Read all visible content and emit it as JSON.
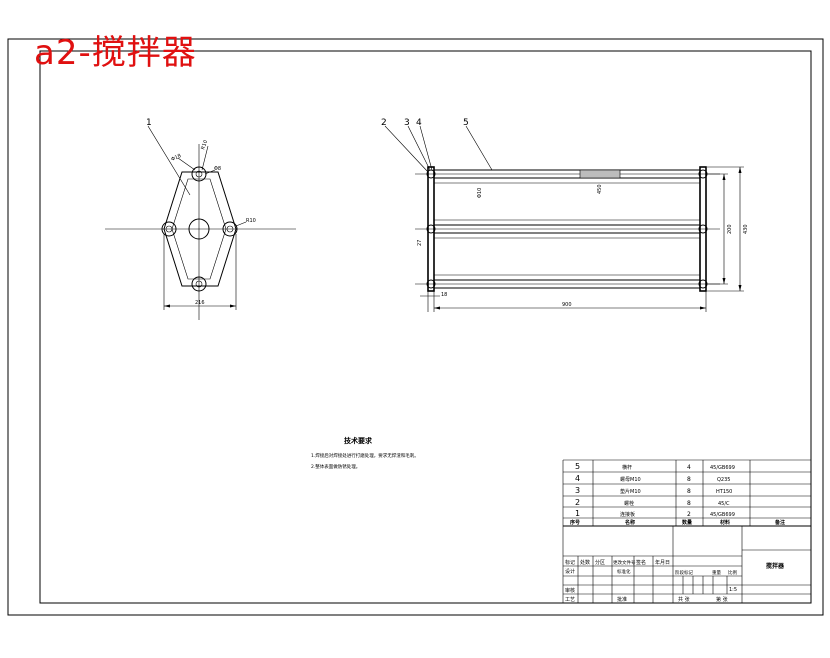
{
  "drawing_title": "a2-搅拌器",
  "views": {
    "left": {
      "balloon": "1",
      "dims": {
        "d_top": "Φ18",
        "r_top": "R10",
        "d_top2": "Φ8",
        "r_right": "R10",
        "width": "216"
      }
    },
    "right": {
      "balloons": [
        "2",
        "3",
        "4",
        "5"
      ],
      "dims": {
        "rod_dia": "Φ10",
        "plate_h": "450",
        "offset": "27",
        "end_gap": "18",
        "length": "900",
        "h_inner": "200",
        "h_outer": "430"
      }
    }
  },
  "tech_req": {
    "heading": "技术要求",
    "lines": [
      "1.焊接后对焊接处进行打磨处理，要求无焊渣和毛刺。",
      "2.整体表面做防锈处理。"
    ]
  },
  "bom": {
    "rows": [
      {
        "no": "5",
        "name": "横杆",
        "qty": "4",
        "material": "45/GB699"
      },
      {
        "no": "4",
        "name": "螺母M10",
        "qty": "8",
        "material": "Q235"
      },
      {
        "no": "3",
        "name": "垫片M10",
        "qty": "8",
        "material": "HT150"
      },
      {
        "no": "2",
        "name": "螺栓",
        "qty": "8",
        "material": "45/C"
      },
      {
        "no": "1",
        "name": "连接板",
        "qty": "2",
        "material": "45/GB699"
      }
    ],
    "header": {
      "no": "序号",
      "name": "名称",
      "qty": "数量",
      "material": "材料",
      "remark": "备注"
    }
  },
  "title_block": {
    "part_name": "搅拌器",
    "rev_headers": [
      "标记",
      "处数",
      "分区",
      "更改文件号",
      "签名",
      "年月日"
    ],
    "design": "设计",
    "standardize": "标准化",
    "stage_headers": [
      "阶段标记",
      "重量",
      "比例"
    ],
    "scale": "1:5",
    "review": "审核",
    "process": "工艺",
    "approve": "批准",
    "total": "共  张",
    "sheet": "第  张"
  }
}
